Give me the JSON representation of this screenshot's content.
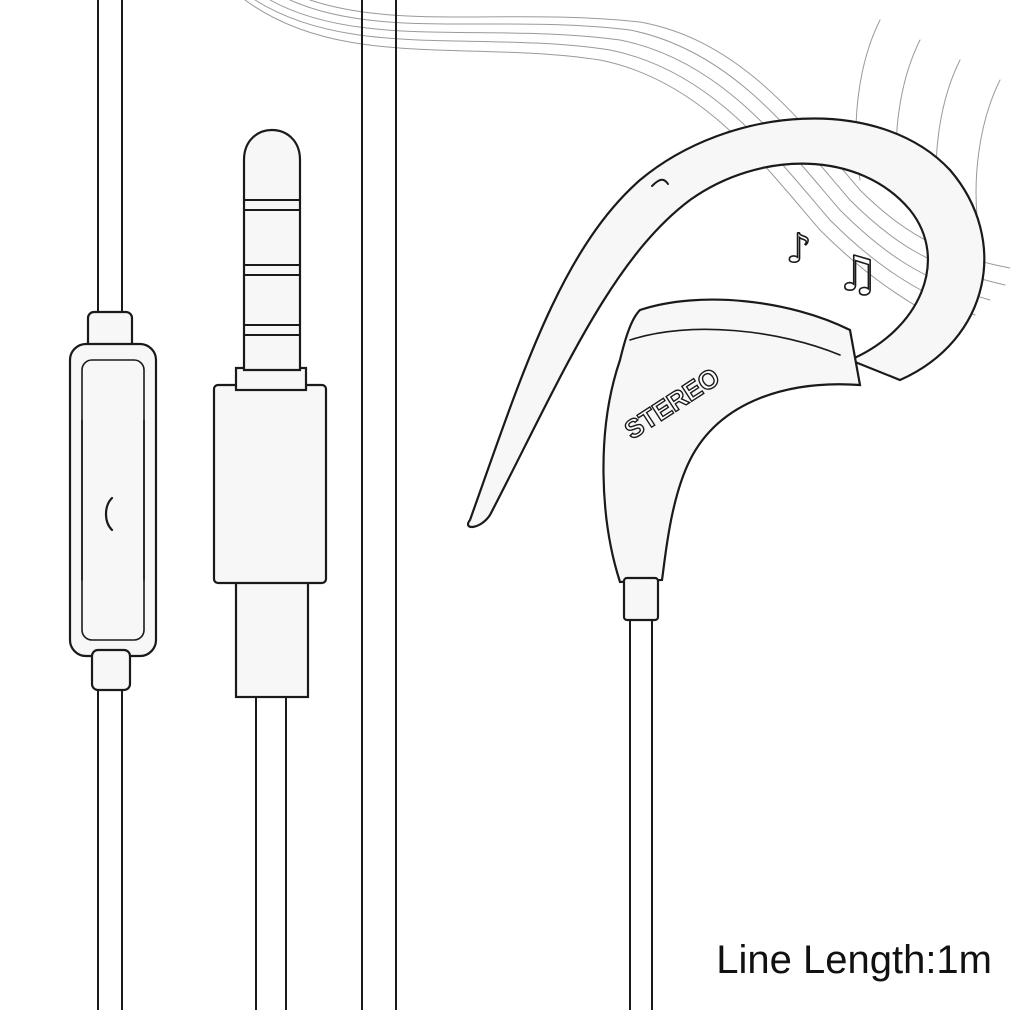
{
  "image": {
    "subject": "line-art drawing of sport earphones with ear hook, inline remote and 3.5mm plug",
    "colors": {
      "background": "#ffffff",
      "ink": "#1a1a1a",
      "shade": "#9a9a9a"
    }
  },
  "earbud": {
    "brand_text": "STEREO"
  },
  "caption": {
    "line_length": "Line Length:1m"
  }
}
